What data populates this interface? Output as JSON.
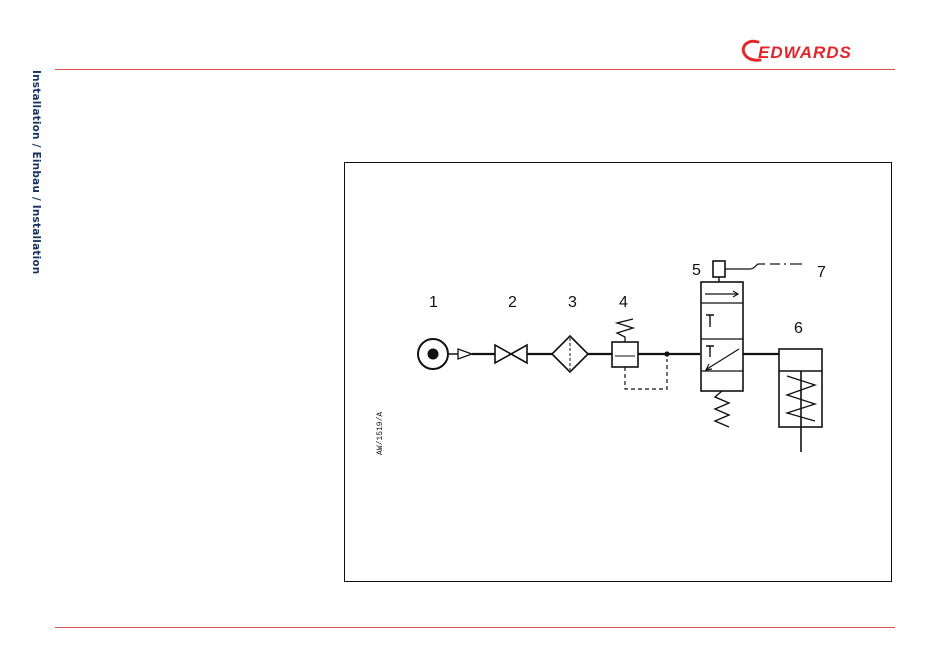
{
  "header": {
    "brand_name": "EDWARDS",
    "brand_color": "#e3262a",
    "rule_color": "#d9534f"
  },
  "sidebar": {
    "section_label": "Installation / Einbau / Installation",
    "label_color": "#16355f"
  },
  "figure": {
    "reference": "AW/1519/A",
    "callouts": [
      "1",
      "2",
      "3",
      "4",
      "5",
      "6",
      "7"
    ],
    "icons": [
      "air-supply-symbol",
      "isolation-valve-symbol",
      "filter-symbol",
      "pressure-regulator-symbol",
      "solenoid-valve-symbol",
      "actuator-cylinder-symbol",
      "electrical-connection-line"
    ]
  }
}
